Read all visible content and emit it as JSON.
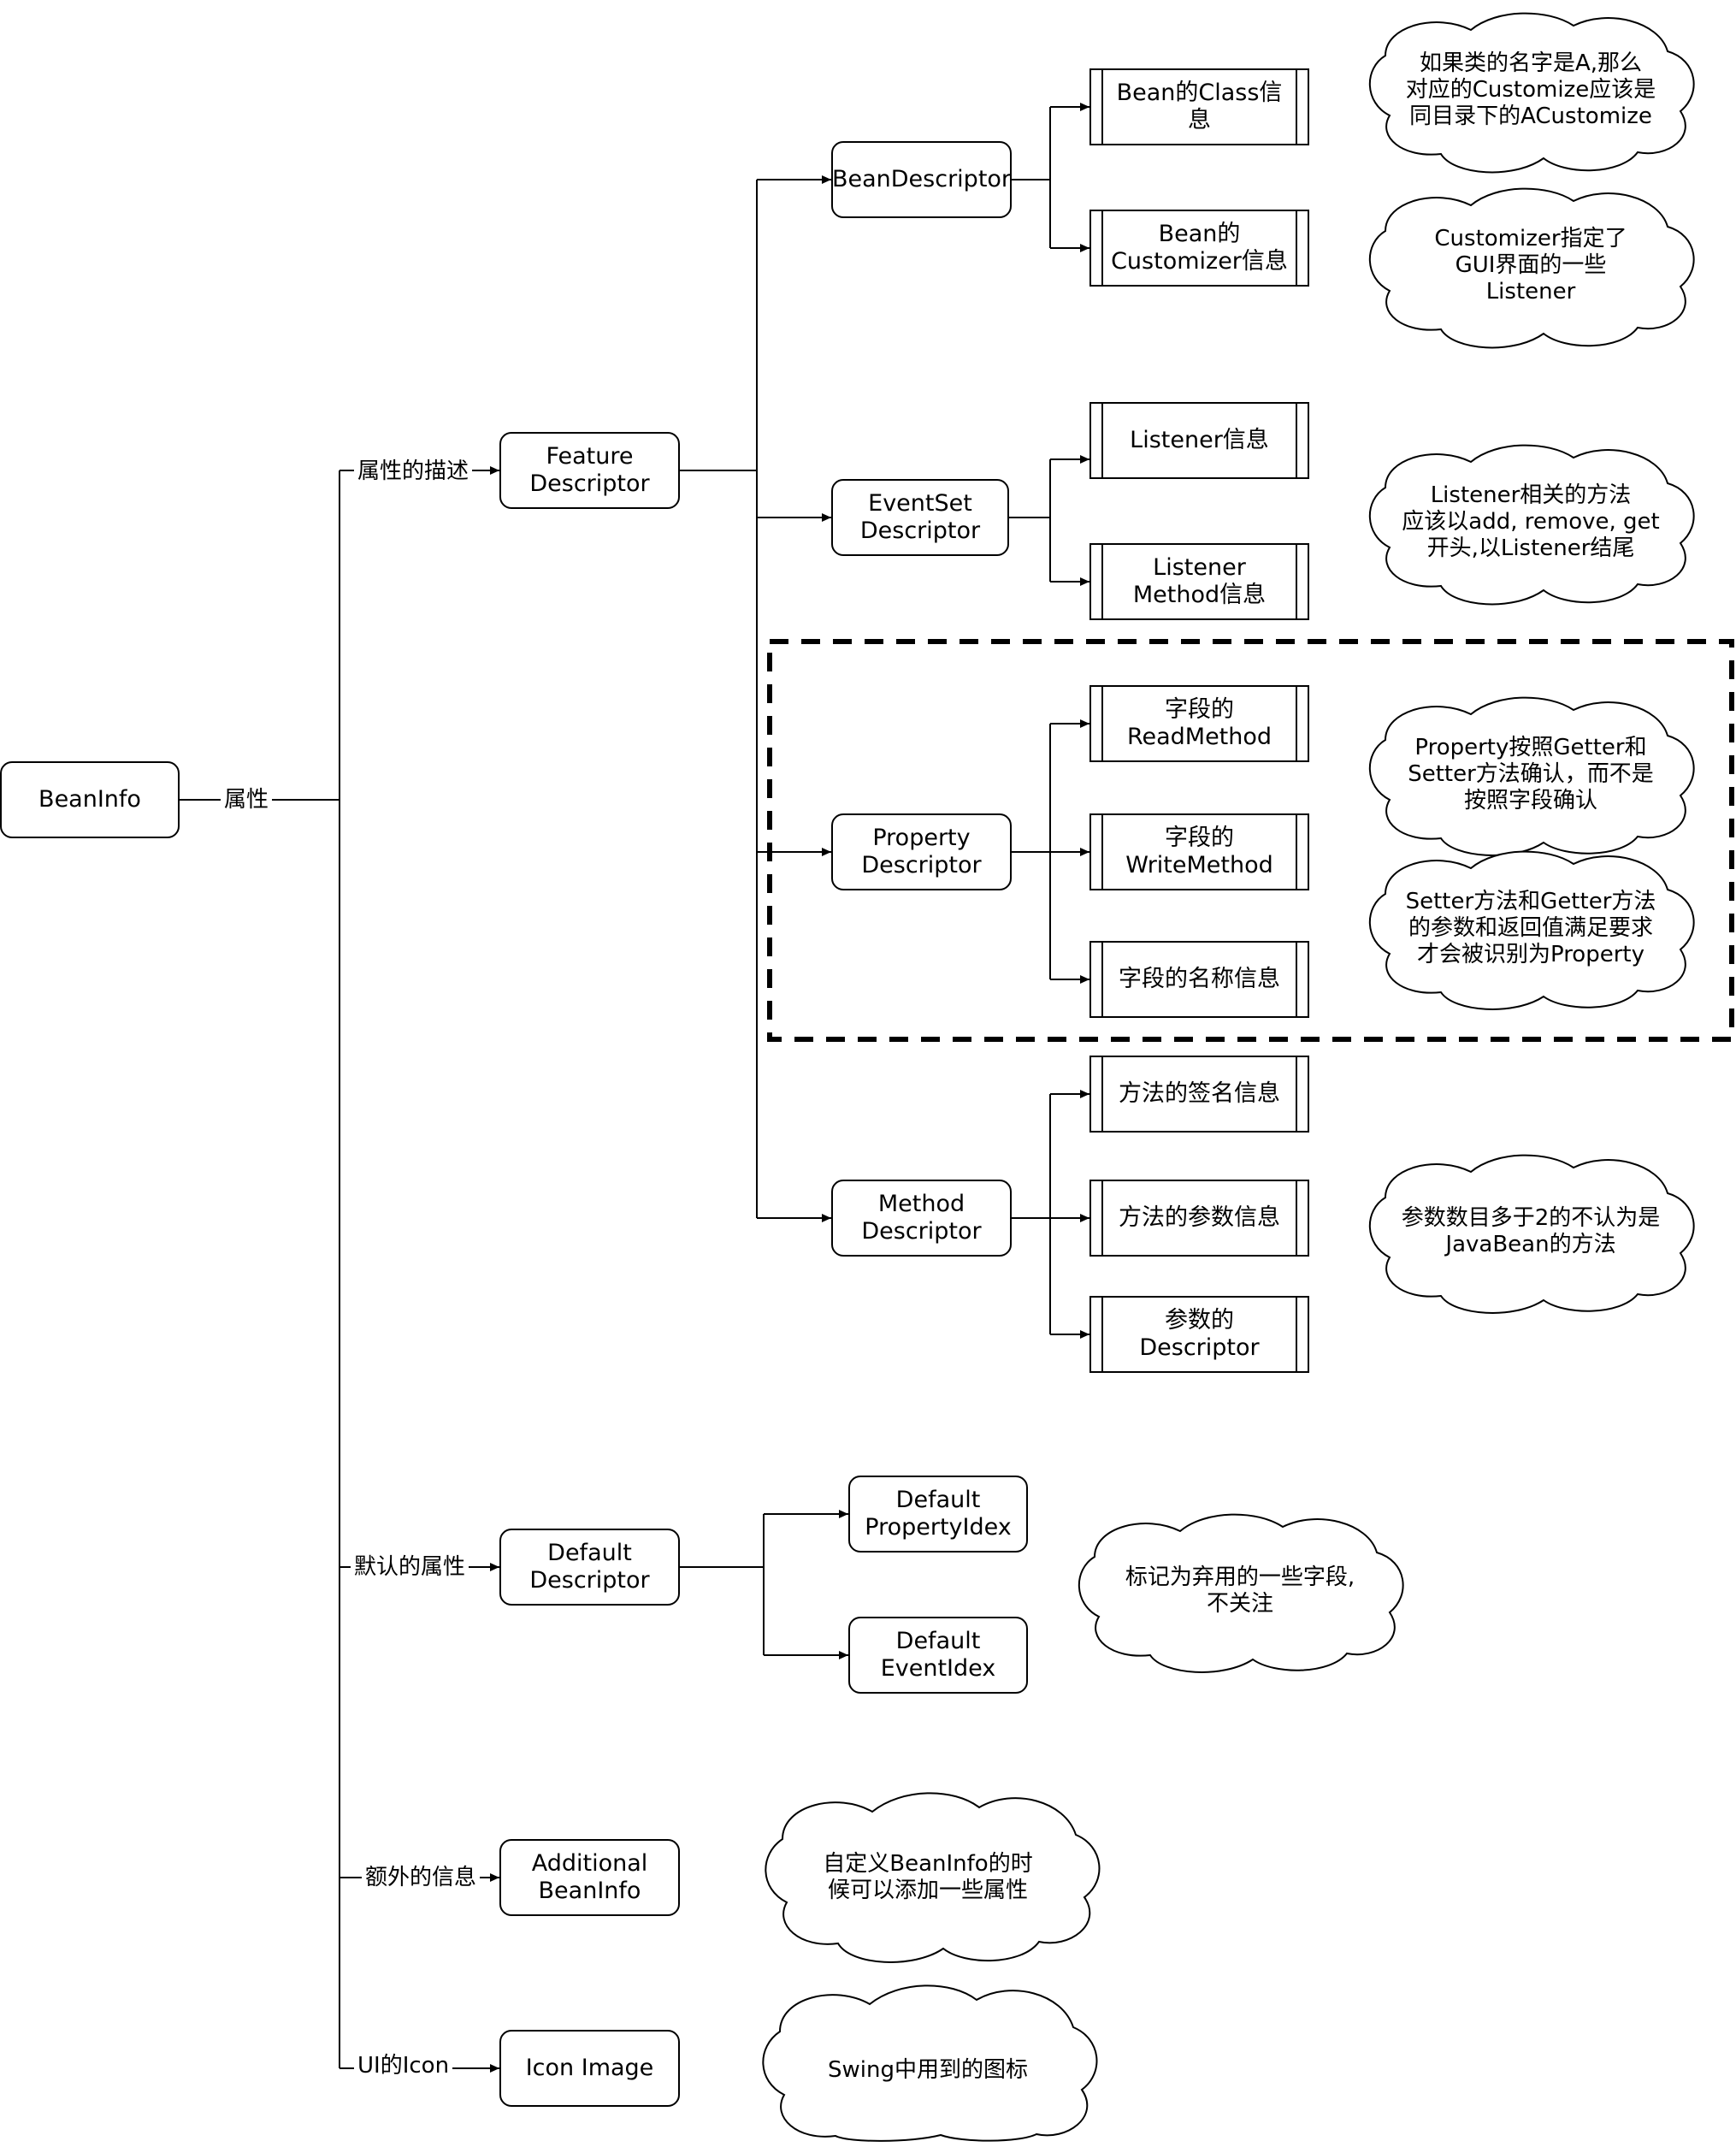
{
  "nodes": {
    "beaninfo": "BeanInfo",
    "feature_descriptor": "Feature\nDescriptor",
    "bean_descriptor": "BeanDescriptor",
    "eventset_descriptor": "EventSet\nDescriptor",
    "property_descriptor": "Property\nDescriptor",
    "method_descriptor": "Method\nDescriptor",
    "default_descriptor": "Default\nDescriptor",
    "additional_beaninfo": "Additional\nBeanInfo",
    "icon_image": "Icon Image",
    "bean_class_info": "Bean的Class信\n息",
    "bean_customizer_info": "Bean的\nCustomizer信息",
    "listener_info": "Listener信息",
    "listener_method_info": "Listener\nMethod信息",
    "field_readmethod": "字段的\nReadMethod",
    "field_writemethod": "字段的\nWriteMethod",
    "field_name_info": "字段的名称信息",
    "method_signature_info": "方法的签名信息",
    "method_param_info": "方法的参数信息",
    "param_descriptor": "参数的\nDescriptor",
    "default_property_index": "Default\nPropertyIdex",
    "default_event_index": "Default\nEventIdex"
  },
  "edge_labels": {
    "attribute": "属性",
    "attribute_description": "属性的描述",
    "default_attribute": "默认的属性",
    "extra_info": "额外的信息",
    "ui_icon": "UI的Icon"
  },
  "notes": {
    "customize_naming": "如果类的名字是A,那么\n对应的Customize应该是\n同目录下的ACustomize",
    "customizer_gui": "Customizer指定了\nGUI界面的一些\nListener",
    "listener_methods": "Listener相关的方法\n应该以add, remove, get\n开头,以Listener结尾",
    "property_getter_setter": "Property按照Getter和\nSetter方法确认，而不是\n按照字段确认",
    "property_recognition": "Setter方法和Getter方法\n的参数和返回值满足要求\n才会被识别为Property",
    "param_count": "参数数目多于2的不认为是\nJavaBean的方法",
    "deprecated_fields": "标记为弃用的一些字段,\n不关注",
    "custom_beaninfo": "自定义BeanInfo的时\n候可以添加一些属性",
    "swing_icon": "Swing中用到的图标"
  }
}
